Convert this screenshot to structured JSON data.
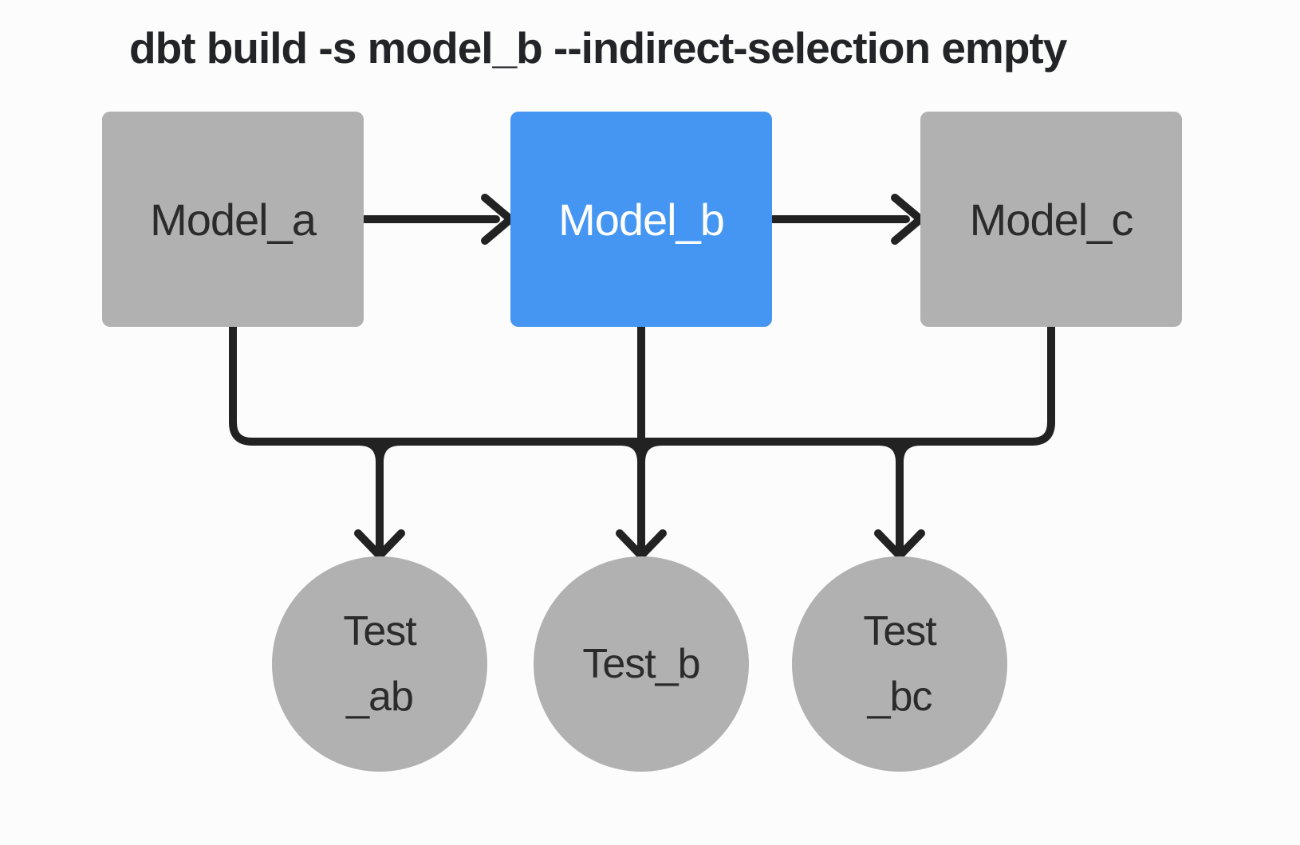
{
  "title": "dbt build -s model_b --indirect-selection empty",
  "colors": {
    "background": "#FCFCFC",
    "selected_node_fill": "#4596F2",
    "unselected_node_fill": "#B1B1B1",
    "edge_stroke": "#222222",
    "dark_text": "#2B2B2B",
    "light_text": "#FFFFFF",
    "title_text": "#222428"
  },
  "nodes": {
    "model_a": {
      "label": "Model_a",
      "kind": "model",
      "state": "unselected"
    },
    "model_b": {
      "label": "Model_b",
      "kind": "model",
      "state": "selected"
    },
    "model_c": {
      "label": "Model_c",
      "kind": "model",
      "state": "unselected"
    },
    "test_ab": {
      "label": "Test _ab",
      "lines": [
        "Test",
        "_ab"
      ],
      "kind": "test",
      "state": "unselected"
    },
    "test_b": {
      "label": "Test_b",
      "lines": [
        "Test_b"
      ],
      "kind": "test",
      "state": "unselected"
    },
    "test_bc": {
      "label": "Test _bc",
      "lines": [
        "Test",
        "_bc"
      ],
      "kind": "test",
      "state": "unselected"
    }
  },
  "edges": [
    {
      "from": "model_a",
      "to": "model_b",
      "style": "arrow-right"
    },
    {
      "from": "model_b",
      "to": "model_c",
      "style": "arrow-right"
    },
    {
      "from": "model_a",
      "to": "test_ab",
      "style": "arrow-down"
    },
    {
      "from": "model_b",
      "to": "test_b",
      "style": "arrow-down"
    },
    {
      "from": "model_c",
      "to": "test_bc",
      "style": "arrow-down"
    }
  ]
}
